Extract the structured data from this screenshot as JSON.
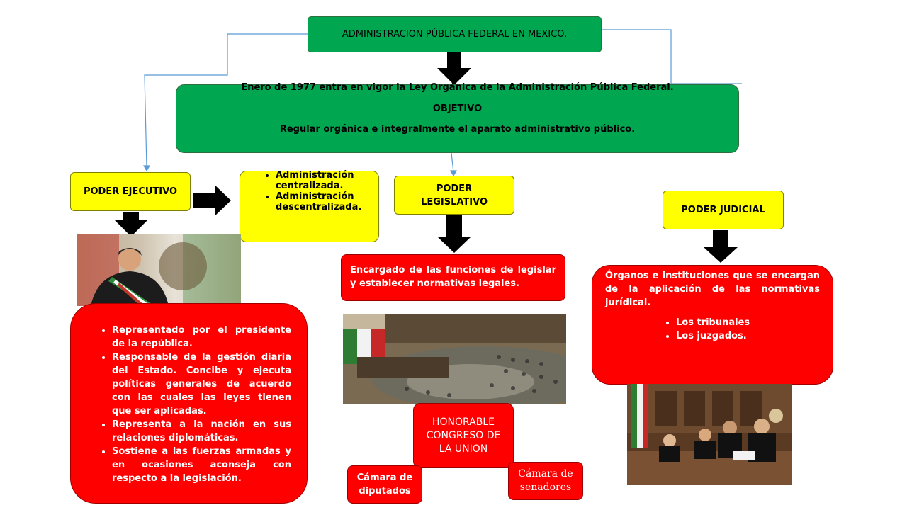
{
  "title": "ADMINISTRACION PÚBLICA FEDERAL EN MEXICO.",
  "main": {
    "line1": "Enero de 1977  entra en vigor la Ley Orgánica de la Administración Pública Federal.",
    "line2": "OBJETIVO",
    "line3": "Regular orgánica e integralmente el aparato administrativo público."
  },
  "ejecutivo": {
    "label": "PODER EJECUTIVO",
    "admin_items": [
      "Administración centralizada.",
      "Administración descentralizada."
    ],
    "items": [
      "Representado por el presidente de la república.",
      "Responsable de la gestión diaria del Estado. Concibe y ejecuta políticas generales de acuerdo con las cuales las leyes tienen que ser aplicadas.",
      "Representa a la nación en sus relaciones diplomáticas.",
      "Sostiene a las fuerzas armadas y en ocasiones aconseja con respecto a la legislación."
    ]
  },
  "legislativo": {
    "label": "PODER LEGISLATIVO",
    "description": "Encargado de las funciones de legislar y establecer normativas legales.",
    "congreso": "HONORABLE CONGRESO DE LA UNION",
    "diputados": "Cámara de diputados",
    "senadores": "Cámara de senadores"
  },
  "judicial": {
    "label": "PODER JUDICIAL",
    "description": "Órganos e instituciones que se encargan de la aplicación de las normativas jurídical.",
    "items": [
      "Los tribunales",
      "Los juzgados."
    ]
  },
  "colors": {
    "green": "#00a650",
    "yellow": "#ffff00",
    "red": "#ff0000",
    "connector": "#5b9bd5"
  }
}
